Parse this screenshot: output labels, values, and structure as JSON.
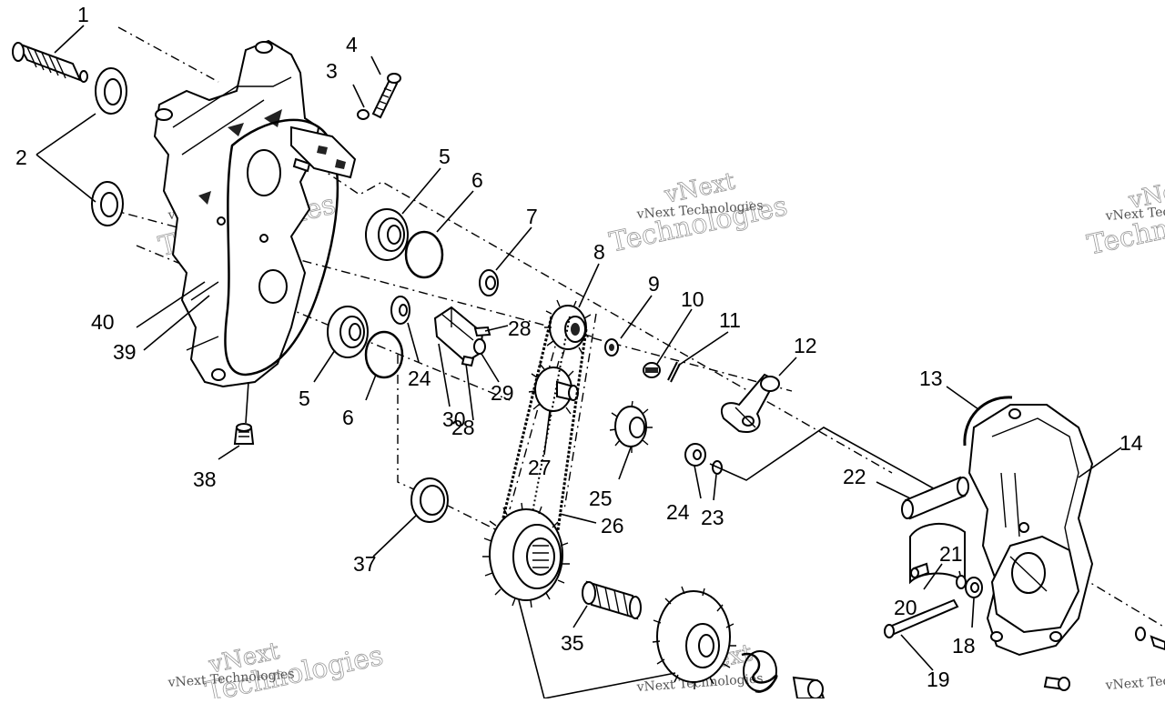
{
  "diagram": {
    "parts": [
      {
        "id": "p1",
        "label": "1"
      },
      {
        "id": "p2",
        "label": "2"
      },
      {
        "id": "p3",
        "label": "3"
      },
      {
        "id": "p4",
        "label": "4"
      },
      {
        "id": "p5a",
        "label": "5"
      },
      {
        "id": "p5b",
        "label": "5"
      },
      {
        "id": "p6a",
        "label": "6"
      },
      {
        "id": "p6b",
        "label": "6"
      },
      {
        "id": "p7",
        "label": "7"
      },
      {
        "id": "p8",
        "label": "8"
      },
      {
        "id": "p9",
        "label": "9"
      },
      {
        "id": "p10",
        "label": "10"
      },
      {
        "id": "p11",
        "label": "11"
      },
      {
        "id": "p12",
        "label": "12"
      },
      {
        "id": "p13",
        "label": "13"
      },
      {
        "id": "p14",
        "label": "14"
      },
      {
        "id": "p18",
        "label": "18"
      },
      {
        "id": "p19",
        "label": "19"
      },
      {
        "id": "p20",
        "label": "20"
      },
      {
        "id": "p21",
        "label": "21"
      },
      {
        "id": "p22",
        "label": "22"
      },
      {
        "id": "p23",
        "label": "23"
      },
      {
        "id": "p24a",
        "label": "24"
      },
      {
        "id": "p24b",
        "label": "24"
      },
      {
        "id": "p25",
        "label": "25"
      },
      {
        "id": "p26",
        "label": "26"
      },
      {
        "id": "p27",
        "label": "27"
      },
      {
        "id": "p28a",
        "label": "28"
      },
      {
        "id": "p28b",
        "label": "28"
      },
      {
        "id": "p29",
        "label": "29"
      },
      {
        "id": "p30",
        "label": "30"
      },
      {
        "id": "p35",
        "label": "35"
      },
      {
        "id": "p37",
        "label": "37"
      },
      {
        "id": "p38",
        "label": "38"
      },
      {
        "id": "p39",
        "label": "39"
      },
      {
        "id": "p40",
        "label": "40"
      }
    ],
    "watermark": {
      "name_text": "vNext Technologies",
      "big_top": "vNext",
      "big_bottom": "Technologies"
    }
  }
}
